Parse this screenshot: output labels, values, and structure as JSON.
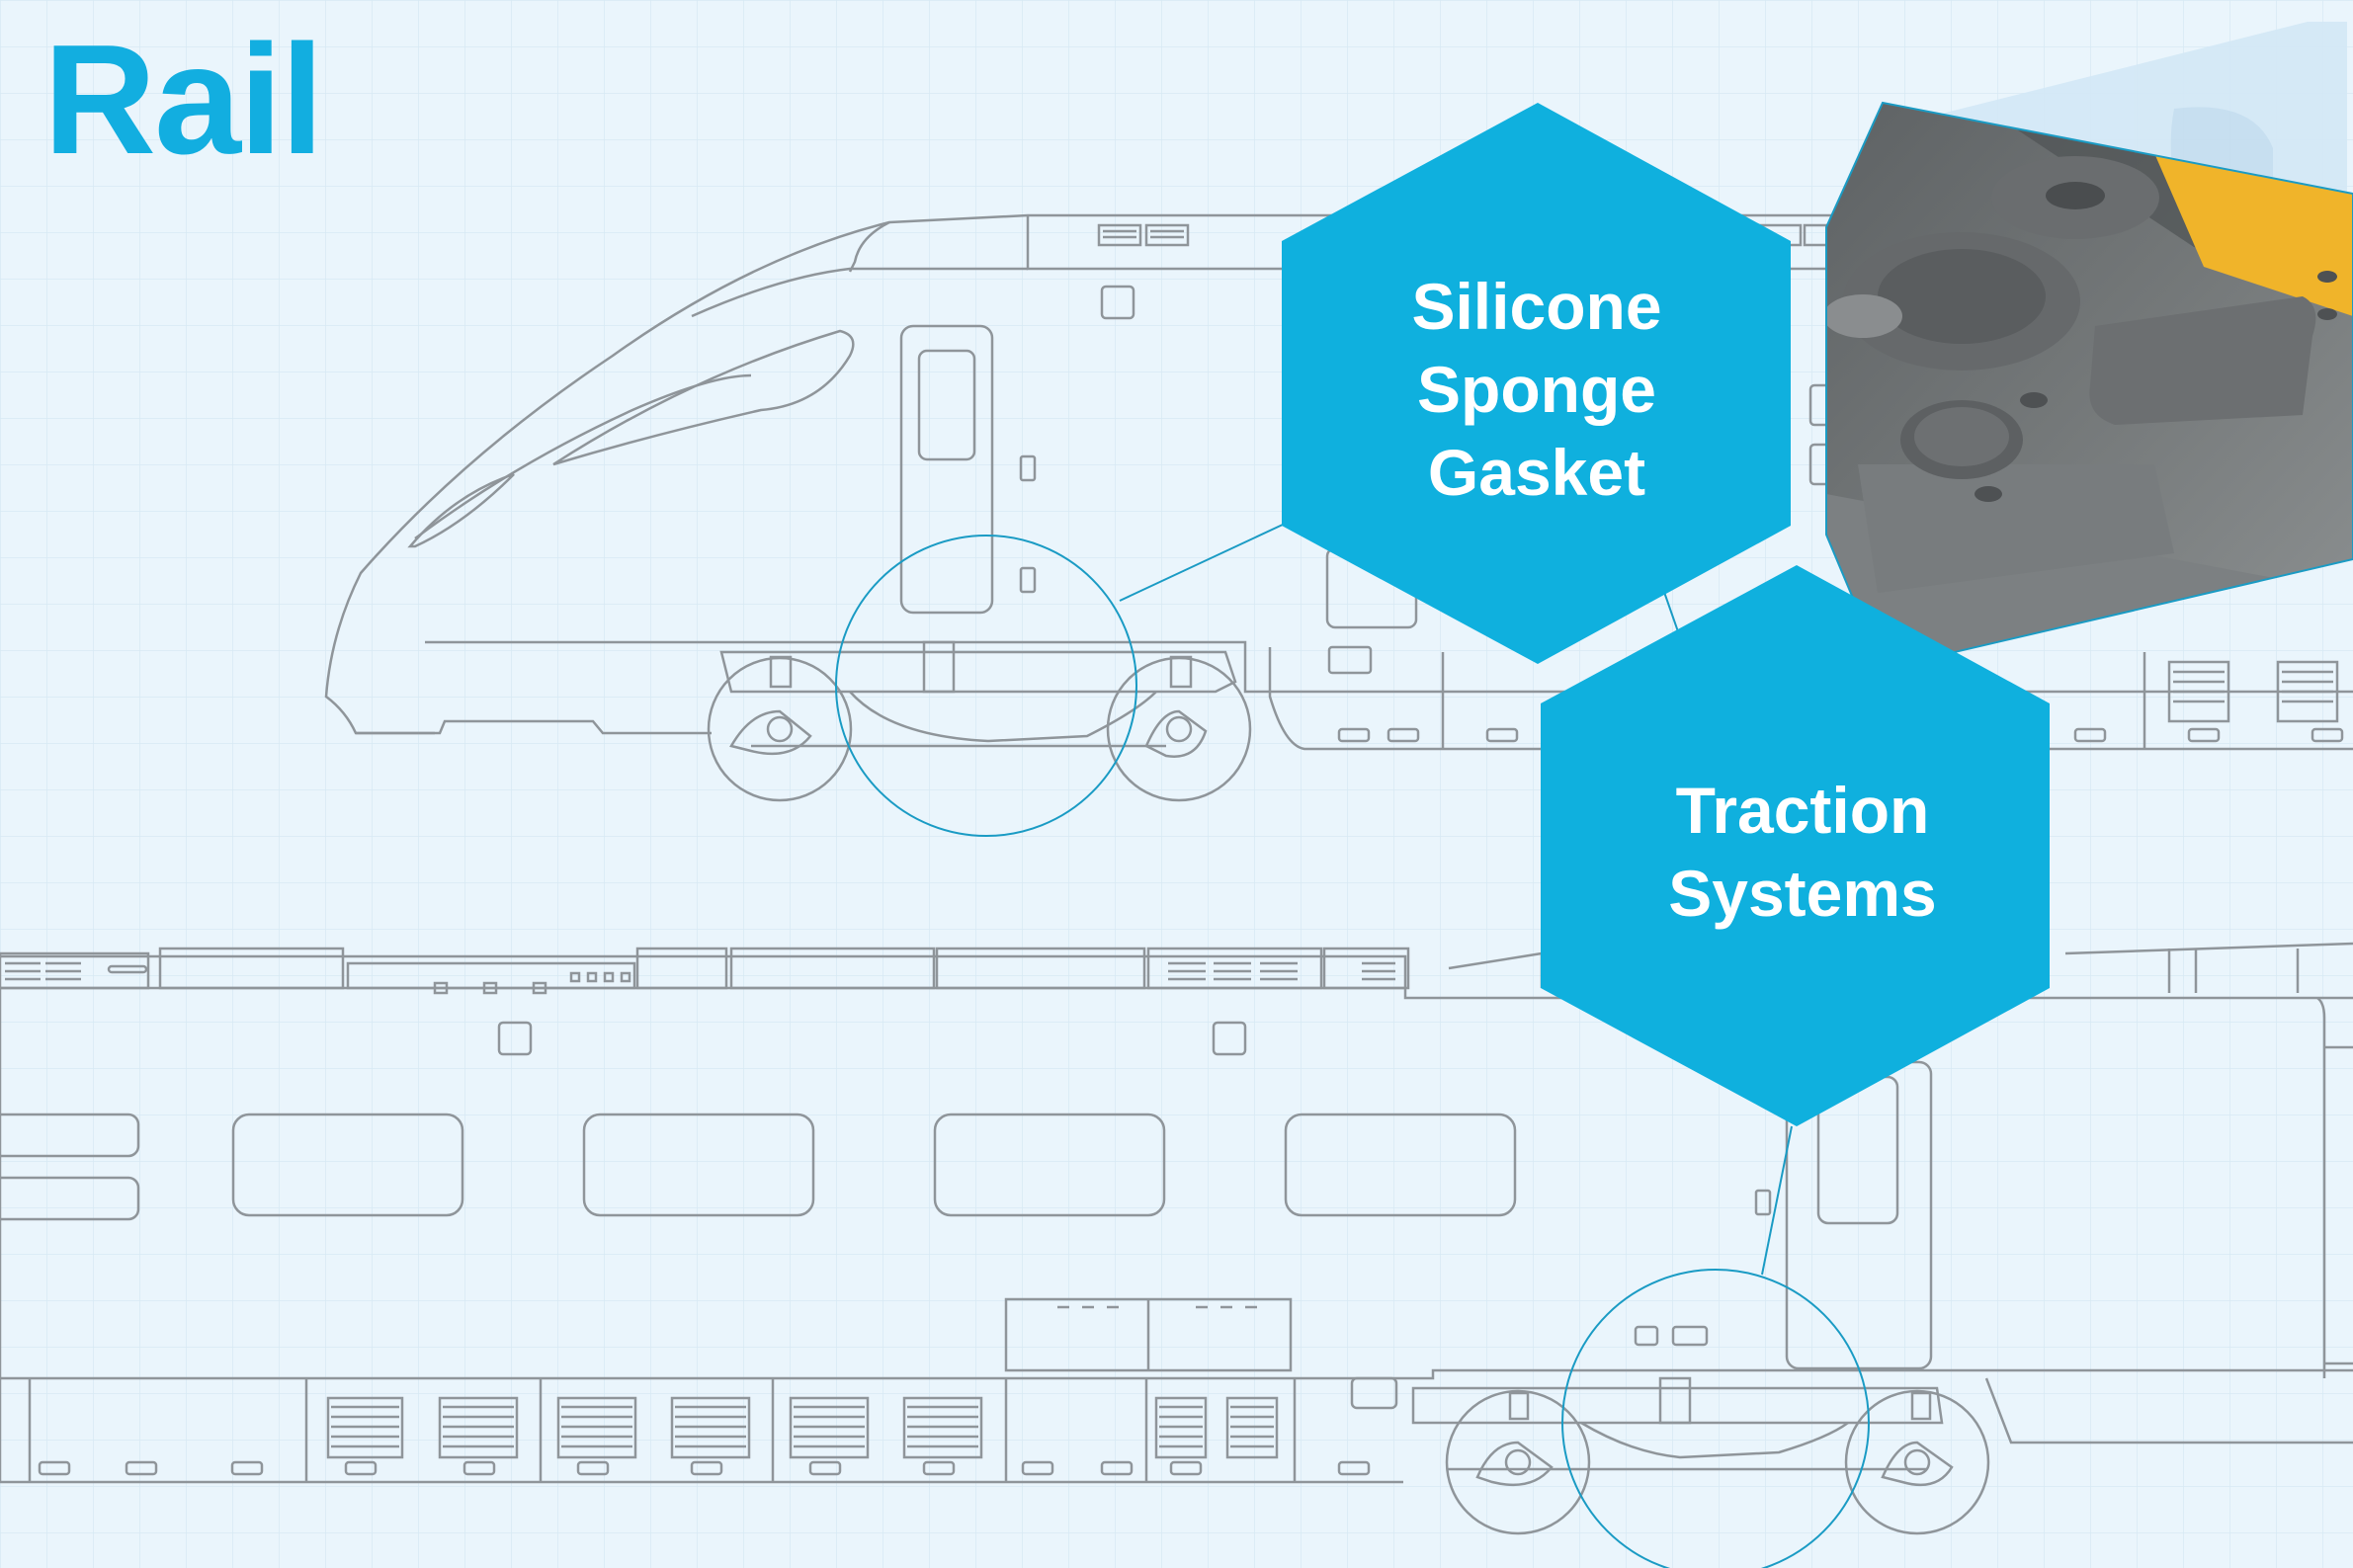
{
  "title": "Rail",
  "callouts": [
    {
      "lines": [
        "Silicone",
        "Sponge",
        "Gasket"
      ]
    },
    {
      "lines": [
        "Traction",
        "Systems"
      ]
    }
  ],
  "colors": {
    "accent": "#12aee0",
    "background": "#eaf5fc",
    "grid": "#d7e9f4",
    "line_art": "#8f959a",
    "hex_fill": "#0fb0de",
    "photo_surface": "#6f7375",
    "photo_tape": "#f0b42a"
  },
  "icons": {
    "train_top": "high-speed-train-outline",
    "train_bottom": "double-deck-carriage-outline",
    "photo": "silicone-sponge-gasket-photo",
    "logo": "train-logo-watermark"
  }
}
